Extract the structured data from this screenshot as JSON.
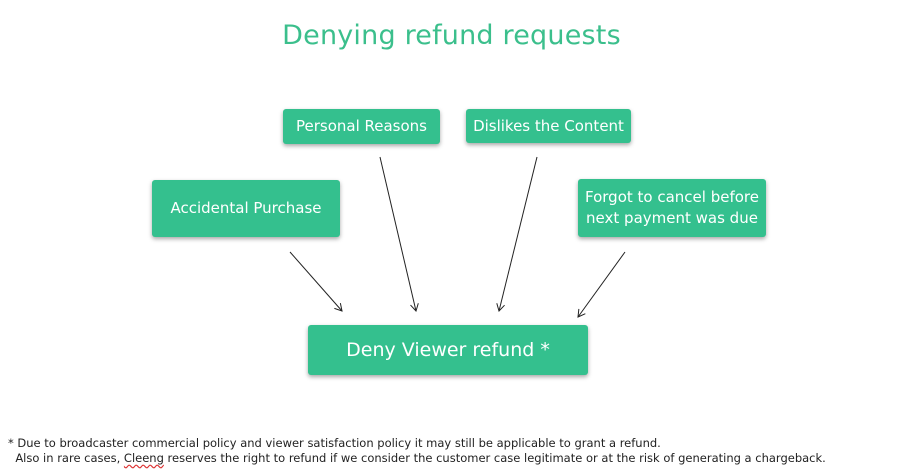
{
  "title": "Denying refund requests",
  "reasons": {
    "personal": "Personal Reasons",
    "dislikes": "Dislikes the Content",
    "accidental": "Accidental Purchase",
    "forgot_line1": "Forgot to cancel before",
    "forgot_line2": "next payment was due"
  },
  "outcome": "Deny Viewer refund *",
  "footnote": {
    "line1": "* Due to broadcaster commercial policy and viewer satisfaction policy it may still be applicable to grant a refund.",
    "line2_pre": "Also in rare cases, ",
    "line2_brand": "Cleeng",
    "line2_post": " reserves the right to refund if we consider the customer case legitimate or at the risk of generating a chargeback."
  },
  "colors": {
    "accent": "#34c08e",
    "title": "#3bbf8c"
  }
}
